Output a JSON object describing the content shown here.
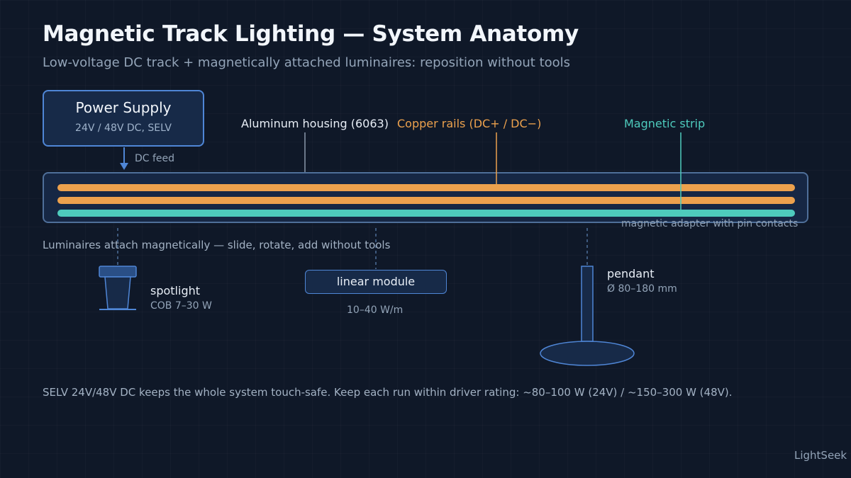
{
  "title": "Magnetic Track Lighting — System Anatomy",
  "subtitle": "Low-voltage DC track + magnetically attached luminaires: reposition without tools",
  "power_supply": {
    "title": "Power Supply",
    "spec": "24V / 48V DC, SELV",
    "feed_label": "DC feed"
  },
  "track": {
    "housing_label": "Aluminum housing (6063)",
    "rails_label": "Copper rails (DC+ / DC−)",
    "strip_label": "Magnetic strip",
    "adapter_note": "magnetic adapter with pin contacts"
  },
  "attach_note": "Luminaires attach magnetically — slide, rotate, add without tools",
  "luminaires": {
    "spotlight": {
      "name": "spotlight",
      "spec": "COB 7–30 W"
    },
    "linear": {
      "name": "linear module",
      "spec": "10–40 W/m"
    },
    "pendant": {
      "name": "pendant",
      "spec": "Ø 80–180 mm"
    }
  },
  "footnote": "SELV 24V/48V DC keeps the whole system touch-safe. Keep each run within driver rating: ~80–100 W (24V) / ~150–300 W (48V).",
  "brand": "LightSeek",
  "colors": {
    "background": "#0f1828",
    "copper": "#eca14d",
    "magnetic": "#4ecbbd",
    "accent_blue": "#4f86d6"
  }
}
